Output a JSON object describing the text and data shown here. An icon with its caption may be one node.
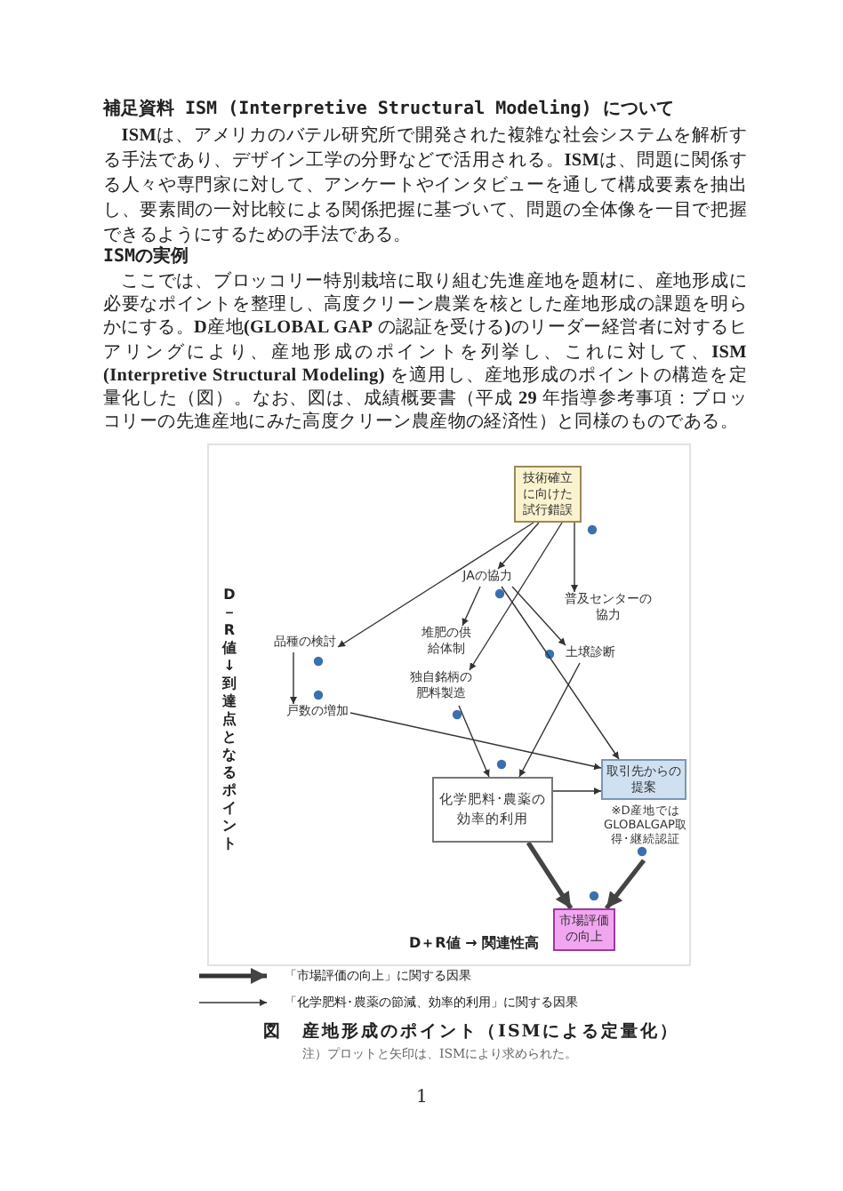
{
  "diagram": {
    "title": "補足資料 ISM (Interpretive Structural Modeling) について",
    "caption": "図　産地形成のポイント（ISMによる定量化）",
    "nodes": [
      {
        "text": [
          "技術確立に向けた試行錯誤"
        ]
      },
      {
        "text": [
          "JAの協力"
        ]
      },
      {
        "text": [
          "普及センターの協力"
        ]
      },
      {
        "text": [
          "土壌診断"
        ]
      },
      {
        "text": [
          "品種の検討"
        ]
      },
      {
        "text": [
          "堆肥の供給体制"
        ]
      },
      {
        "text": [
          "独自銘柄の肥料製造"
        ]
      },
      {
        "text": [
          "戸数の増加"
        ]
      },
      {
        "text": [
          "化学肥料･農薬の効率的利用"
        ]
      },
      {
        "text": [
          "取引先からの提案"
        ],
        "beside": [
          "※D産地ではGLOBALGAP取得･継続認証"
        ]
      },
      {
        "text": [
          "市場評価の向上"
        ]
      }
    ],
    "edges": [
      {
        "from": 0,
        "to": 4,
        "arrow": "to"
      },
      {
        "from": 0,
        "to": 1,
        "arrow": "to"
      },
      {
        "from": 0,
        "to": 6,
        "arrow": "to"
      },
      {
        "from": 0,
        "to": 2,
        "arrow": "to"
      },
      {
        "from": 1,
        "to": 5,
        "arrow": "to"
      },
      {
        "from": 1,
        "to": 3,
        "arrow": "to"
      },
      {
        "from": 4,
        "to": 7,
        "arrow": "to"
      },
      {
        "from": 7,
        "to": 9,
        "arrow": "to"
      },
      {
        "from": 1,
        "to": 9,
        "arrow": "to"
      },
      {
        "from": 3,
        "to": 8,
        "arrow": "to"
      },
      {
        "from": 6,
        "to": 8,
        "arrow": "to"
      },
      {
        "from": 8,
        "to": 9,
        "arrow": "to"
      },
      {
        "from": 8,
        "to": 10,
        "arrow": "to",
        "style": "thick"
      },
      {
        "from": 9,
        "to": 10,
        "arrow": "to",
        "style": "thick"
      }
    ],
    "labels": [
      "**ISM**は、アメリカのバテル研究所で開発された複雑な社会システムを解析する手法であり、デザイン工学の分野などで活用される。**ISM**は、問題に関係する人々や専門家に対して、アンケートやインタビューを通して構成要素を抽出し、要素間の一対比較による関係把握に基づいて、問題の全体像を一目で把握できるようにするための手法である。",
      "ISMの実例",
      "ここでは、ブロッコリー特別栽培に取り組む先進産地を題材に、産地形成に必要なポイントを整理し、高度クリーン農業を核とした産地形成の課題を明らかにする。**D**産地**(GLOBAL GAP** の認証を受ける**)**のリーダー経営者に対するヒアリングにより、産地形成のポイントを列挙し、これに対して、**ISM (Interpretive Structural Modeling)** を適用し、産地形成のポイントの構造を定量化した（図）。なお、図は、成績概要書（平成 **29** 年指導参考事項：ブロッコリーの先進産地にみた高度クリーン農産物の経済性）と同様のものである。",
      "D－R値↓到達点となるポイント",
      "D＋R値 → 関連性高",
      "注）プロットと矢印は、ISMにより求められた。",
      "1"
    ],
    "legend": [
      {
        "text": "「市場評価の向上」に関する因果"
      },
      {
        "text": "「化学肥料･農薬の節減、効率的利用」に関する因果"
      }
    ]
  }
}
